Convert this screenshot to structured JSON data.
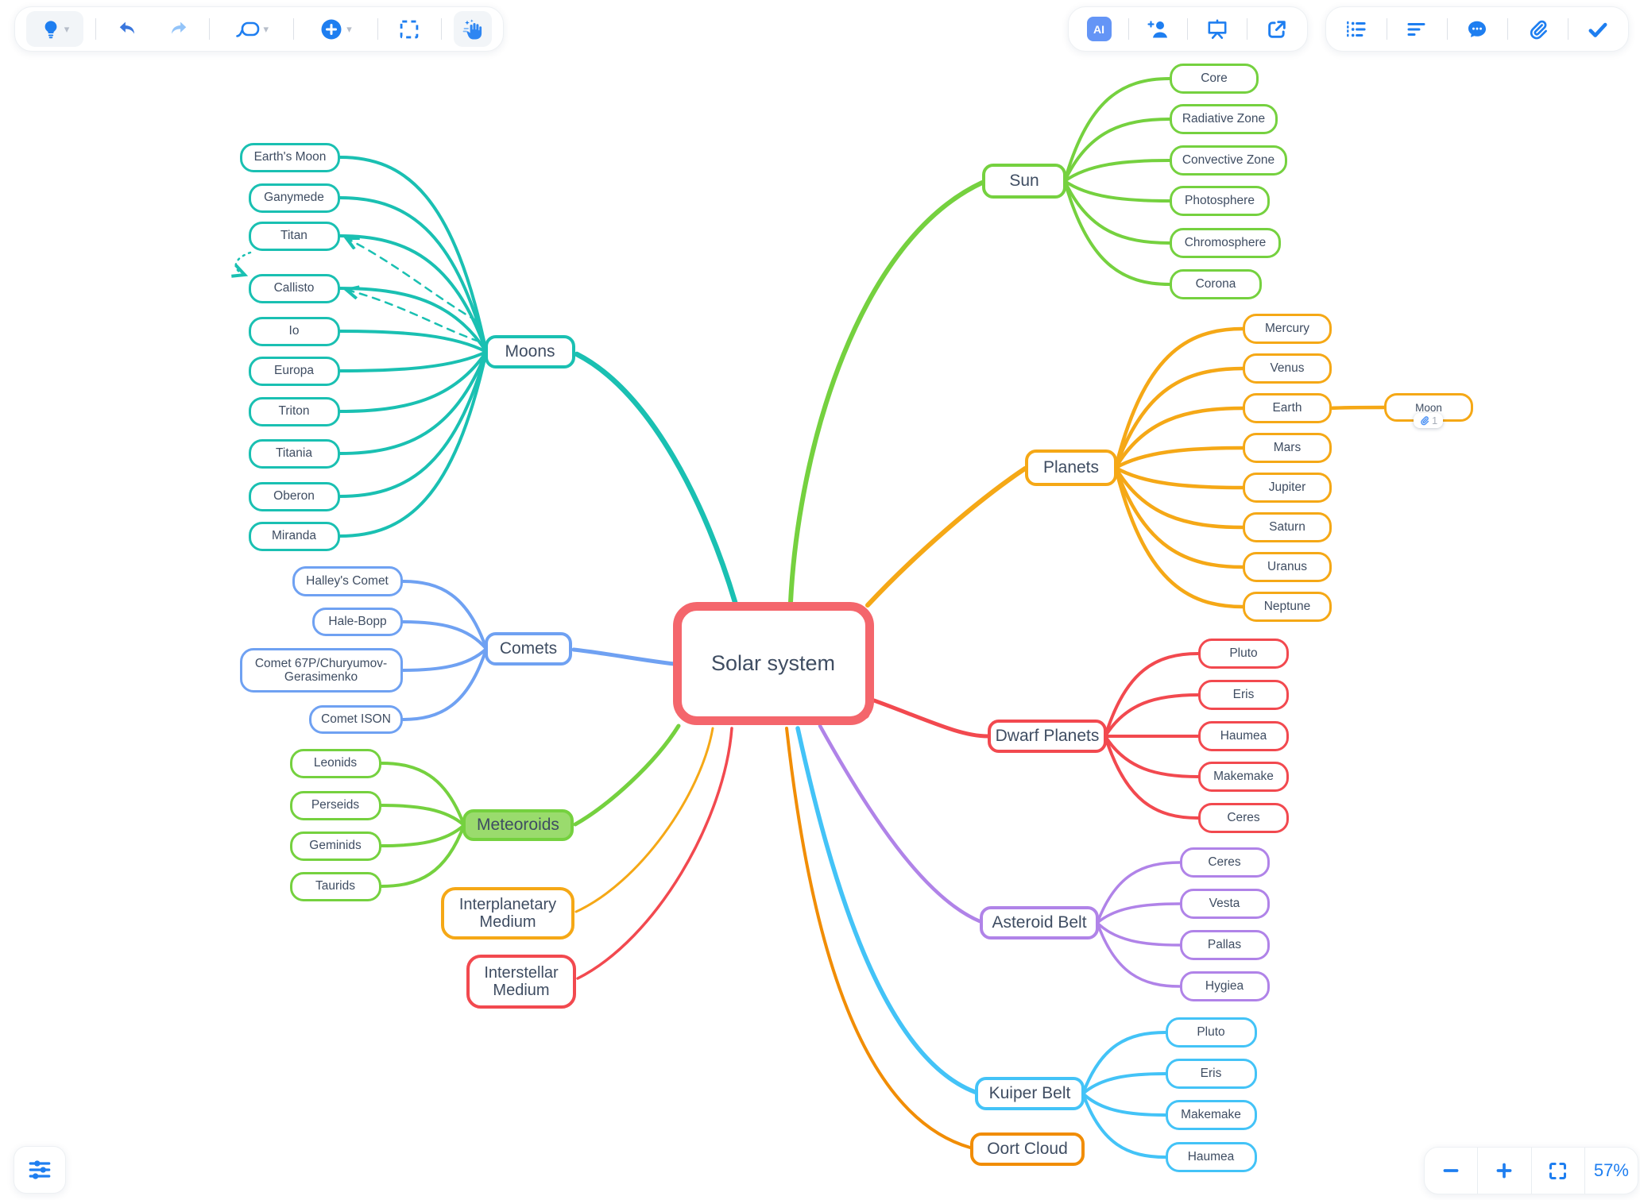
{
  "canvas": {
    "background": "#ffffff"
  },
  "colors": {
    "accent_blue": "#1e7ef0",
    "undo_blue": "#3a77dd",
    "redo_blue": "#93c4f9",
    "ai_badge_blue": "#6495f6",
    "teal": "#1ac0b2",
    "green": "#75d13f",
    "green_fill": "#9adb6d",
    "amber": "#f5a816",
    "red": "#f2494f",
    "coral": "#f4666c",
    "purple": "#b083e8",
    "sky_blue": "#43c3f7",
    "orange": "#f18d05",
    "comet_blue": "#6fa1f2",
    "node_text": "#3f4d62"
  },
  "toolbar_left": {
    "buttons": [
      {
        "name": "ideas",
        "icon": "lightbulb-icon",
        "caret": true
      },
      {
        "name": "undo",
        "icon": "undo-icon"
      },
      {
        "name": "redo",
        "icon": "redo-icon"
      },
      {
        "name": "topic-style",
        "icon": "topic-shape-icon",
        "caret": true
      },
      {
        "name": "add-topic",
        "icon": "add-circle-icon",
        "caret": true
      },
      {
        "name": "multi-select",
        "icon": "selection-marquee-icon"
      },
      {
        "name": "pan-mode",
        "icon": "magic-hand-icon"
      }
    ]
  },
  "toolbar_right": {
    "ai_label": "AI",
    "primary": [
      "ai-assistant",
      "invite-collaborator",
      "present",
      "share-export"
    ],
    "secondary": [
      "outline-view",
      "branch-layout",
      "comments",
      "attachments",
      "finish"
    ]
  },
  "bottom_left": {
    "button": "view-settings",
    "icon": "sliders-icon"
  },
  "bottom_right": {
    "zoom_out_icon": "minus-icon",
    "zoom_in_icon": "plus-icon",
    "fit_icon": "fullscreen-icon",
    "zoom_level": "57%"
  },
  "mindmap": {
    "root": {
      "id": "solar-system",
      "label": "Solar system",
      "color": "#f4666c"
    },
    "branches": [
      {
        "id": "moons",
        "label": "Moons",
        "color": "#1ac0b2",
        "children": [
          {
            "id": "earths-moon",
            "label": "Earth's Moon"
          },
          {
            "id": "ganymede",
            "label": "Ganymede"
          },
          {
            "id": "titan",
            "label": "Titan"
          },
          {
            "id": "callisto",
            "label": "Callisto"
          },
          {
            "id": "io",
            "label": "Io"
          },
          {
            "id": "europa",
            "label": "Europa"
          },
          {
            "id": "triton",
            "label": "Triton"
          },
          {
            "id": "titania",
            "label": "Titania"
          },
          {
            "id": "oberon",
            "label": "Oberon"
          },
          {
            "id": "miranda",
            "label": "Miranda"
          }
        ]
      },
      {
        "id": "comets",
        "label": "Comets",
        "color": "#6fa1f2",
        "children": [
          {
            "id": "halleys-comet",
            "label": "Halley's Comet"
          },
          {
            "id": "hale-bopp",
            "label": "Hale-Bopp"
          },
          {
            "id": "comet-67p",
            "label": "Comet 67P/Churyumov-Gerasimenko"
          },
          {
            "id": "comet-ison",
            "label": "Comet ISON"
          }
        ]
      },
      {
        "id": "meteoroids",
        "label": "Meteoroids",
        "color": "#75d13f",
        "fill": "#9adb6d",
        "children": [
          {
            "id": "leonids",
            "label": "Leonids"
          },
          {
            "id": "perseids",
            "label": "Perseids"
          },
          {
            "id": "geminids",
            "label": "Geminids"
          },
          {
            "id": "taurids",
            "label": "Taurids"
          }
        ]
      },
      {
        "id": "interplanetary-medium",
        "label": "Interplanetary Medium",
        "color": "#f5a816"
      },
      {
        "id": "interstellar-medium",
        "label": "Interstellar Medium",
        "color": "#f2494f"
      },
      {
        "id": "sun",
        "label": "Sun",
        "color": "#75d13f",
        "children": [
          {
            "id": "core",
            "label": "Core"
          },
          {
            "id": "radiative-zone",
            "label": "Radiative Zone"
          },
          {
            "id": "convective-zone",
            "label": "Convective Zone"
          },
          {
            "id": "photosphere",
            "label": "Photosphere"
          },
          {
            "id": "chromosphere",
            "label": "Chromosphere"
          },
          {
            "id": "corona",
            "label": "Corona"
          }
        ]
      },
      {
        "id": "planets",
        "label": "Planets",
        "color": "#f5a816",
        "children": [
          {
            "id": "mercury",
            "label": "Mercury"
          },
          {
            "id": "venus",
            "label": "Venus"
          },
          {
            "id": "earth",
            "label": "Earth",
            "children": [
              {
                "id": "moon",
                "label": "Moon",
                "badge": {
                  "icon": "paperclip-icon",
                  "attachment_count": "1"
                }
              }
            ]
          },
          {
            "id": "mars",
            "label": "Mars"
          },
          {
            "id": "jupiter",
            "label": "Jupiter"
          },
          {
            "id": "saturn",
            "label": "Saturn"
          },
          {
            "id": "uranus",
            "label": "Uranus"
          },
          {
            "id": "neptune",
            "label": "Neptune"
          }
        ]
      },
      {
        "id": "dwarf-planets",
        "label": "Dwarf Planets",
        "color": "#f2494f",
        "children": [
          {
            "id": "dp-pluto",
            "label": "Pluto"
          },
          {
            "id": "dp-eris",
            "label": "Eris"
          },
          {
            "id": "dp-haumea",
            "label": "Haumea"
          },
          {
            "id": "dp-makemake",
            "label": "Makemake"
          },
          {
            "id": "dp-ceres",
            "label": "Ceres"
          }
        ]
      },
      {
        "id": "asteroid-belt",
        "label": "Asteroid Belt",
        "color": "#b083e8",
        "children": [
          {
            "id": "ab-ceres",
            "label": "Ceres"
          },
          {
            "id": "ab-vesta",
            "label": "Vesta"
          },
          {
            "id": "ab-pallas",
            "label": "Pallas"
          },
          {
            "id": "ab-hygiea",
            "label": "Hygiea"
          }
        ]
      },
      {
        "id": "kuiper-belt",
        "label": "Kuiper Belt",
        "color": "#43c3f7",
        "children": [
          {
            "id": "kb-pluto",
            "label": "Pluto"
          },
          {
            "id": "kb-eris",
            "label": "Eris"
          },
          {
            "id": "kb-makemake",
            "label": "Makemake"
          },
          {
            "id": "kb-haumea",
            "label": "Haumea"
          }
        ]
      },
      {
        "id": "oort-cloud",
        "label": "Oort Cloud",
        "color": "#f18d05"
      }
    ],
    "relationships": [
      {
        "from": "moons",
        "to": "titan",
        "style": "dashed"
      },
      {
        "from": "moons",
        "to": "callisto",
        "style": "dashed"
      },
      {
        "from": "titan",
        "to": "callisto",
        "style": "dotted"
      }
    ]
  }
}
